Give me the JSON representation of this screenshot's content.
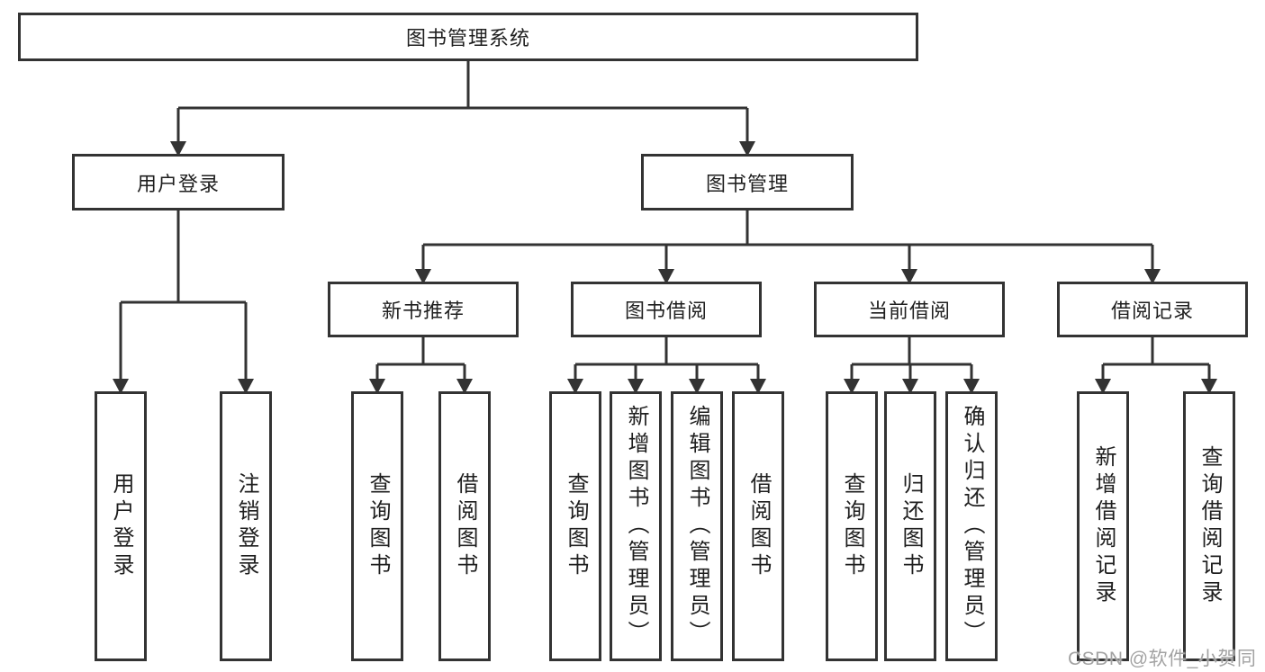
{
  "diagram_type": "function-structure-tree",
  "tree": {
    "root": {
      "label": "图书管理系统",
      "children": [
        {
          "label": "用户登录",
          "children": [
            {
              "label": "用户登录"
            },
            {
              "label": "注销登录"
            }
          ]
        },
        {
          "label": "图书管理",
          "children": [
            {
              "label": "新书推荐",
              "children": [
                {
                  "label": "查询图书"
                },
                {
                  "label": "借阅图书"
                }
              ]
            },
            {
              "label": "图书借阅",
              "children": [
                {
                  "label": "查询图书"
                },
                {
                  "label": "新增图书（管理员）"
                },
                {
                  "label": "编辑图书（管理员）"
                },
                {
                  "label": "借阅图书"
                }
              ]
            },
            {
              "label": "当前借阅",
              "children": [
                {
                  "label": "查询图书"
                },
                {
                  "label": "归还图书"
                },
                {
                  "label": "确认归还（管理员）"
                }
              ]
            },
            {
              "label": "借阅记录",
              "children": [
                {
                  "label": "新增借阅记录"
                },
                {
                  "label": "查询借阅记录"
                }
              ]
            }
          ]
        }
      ]
    }
  },
  "watermark": {
    "text": "CSDN @软件_小贺同学"
  },
  "colors": {
    "border": "#333333",
    "line": "#333333",
    "text": "#1f1f1f",
    "background": "#ffffff",
    "watermark": "#a3a3a3"
  }
}
